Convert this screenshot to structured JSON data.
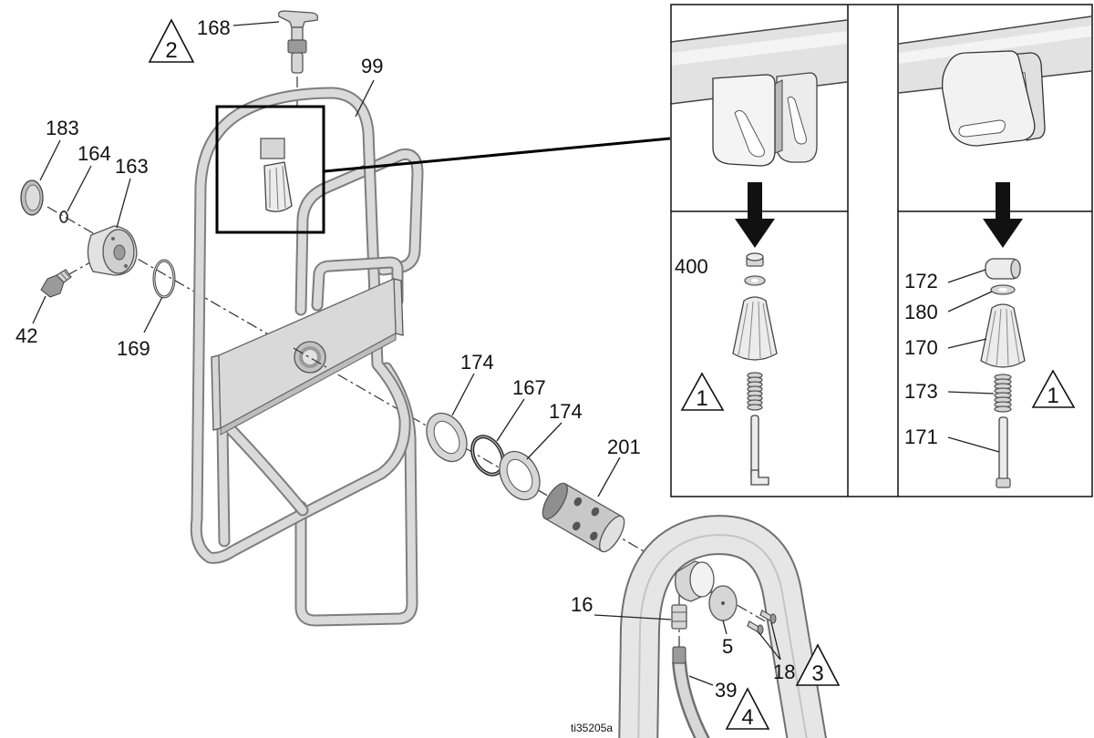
{
  "main_view": {
    "labels": {
      "p168": "168",
      "p99": "99",
      "p183": "183",
      "p164": "164",
      "p163": "163",
      "p42": "42",
      "p169": "169",
      "p174_a": "174",
      "p167": "167",
      "p174_b": "174",
      "p201": "201",
      "p16": "16",
      "p5": "5",
      "p18": "18",
      "p39": "39"
    },
    "callouts": {
      "note_2": "2",
      "note_3": "3",
      "note_4": "4"
    }
  },
  "inset": {
    "left_panel": {
      "labels": {
        "p400": "400"
      },
      "callout": "1"
    },
    "right_panel": {
      "labels": {
        "p172": "172",
        "p180": "180",
        "p170": "170",
        "p173": "173",
        "p171": "171"
      },
      "callout": "1"
    }
  },
  "figure_id": "ti35205a"
}
